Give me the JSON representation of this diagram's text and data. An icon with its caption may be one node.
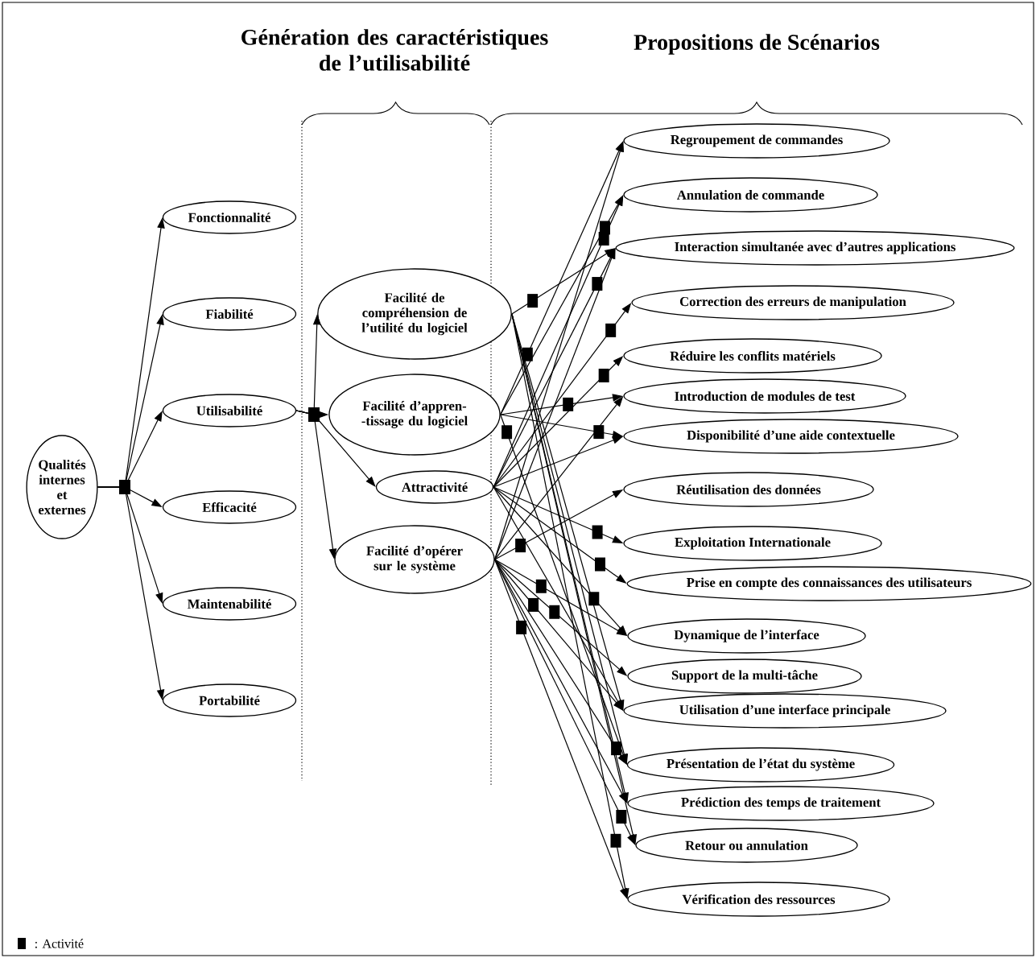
{
  "diagram": {
    "nodes": [
      {
        "text": [
          "Qualités internes et externes"
        ]
      },
      {
        "text": [
          "Fonctionnalité"
        ]
      },
      {
        "text": [
          "Fiabilité"
        ]
      },
      {
        "text": [
          "Utilisabilité"
        ]
      },
      {
        "text": [
          "Efficacité"
        ]
      },
      {
        "text": [
          "Maintenabilité"
        ]
      },
      {
        "text": [
          "Portabilité"
        ]
      },
      {
        "text": [
          "Facilité de compréhension de l’utilité du logiciel"
        ]
      },
      {
        "text": [
          "Facilité d’appren- -tissage du logiciel"
        ]
      },
      {
        "text": [
          "Attractivité"
        ]
      },
      {
        "text": [
          "Facilité d’opérer sur le système"
        ]
      },
      {
        "text": [
          "Regroupement de commandes"
        ]
      },
      {
        "text": [
          "Annulation de commande"
        ]
      },
      {
        "text": [
          "Interaction simultanée avec d’autres applications"
        ]
      },
      {
        "text": [
          "Correction des erreurs de manipulation"
        ]
      },
      {
        "text": [
          "Réduire les conflits matériels"
        ]
      },
      {
        "text": [
          "Introduction de modules de test"
        ]
      },
      {
        "text": [
          "Disponibilité d’une aide contextuelle"
        ]
      },
      {
        "text": [
          "Réutilisation des données"
        ]
      },
      {
        "text": [
          "Exploitation Internationale"
        ]
      },
      {
        "text": [
          "Prise en compte des connaissances des utilisateurs"
        ]
      },
      {
        "text": [
          "Dynamique de l’interface"
        ]
      },
      {
        "text": [
          "Support de la multi-tâche"
        ]
      },
      {
        "text": [
          "Utilisation d’une interface principale"
        ]
      },
      {
        "text": [
          "Présentation de l’état du système"
        ]
      },
      {
        "text": [
          "Prédiction des temps de traitement"
        ]
      },
      {
        "text": [
          "Retour ou annulation"
        ]
      },
      {
        "text": [
          "Vérification des ressources"
        ]
      }
    ],
    "edges": [
      {
        "from": 0,
        "to": 1,
        "arrow": "to"
      },
      {
        "from": 0,
        "to": 2,
        "arrow": "to"
      },
      {
        "from": 0,
        "to": 3,
        "arrow": "to"
      },
      {
        "from": 0,
        "to": 4,
        "arrow": "to"
      },
      {
        "from": 0,
        "to": 5,
        "arrow": "to"
      },
      {
        "from": 0,
        "to": 6,
        "arrow": "to"
      },
      {
        "from": 3,
        "to": 7,
        "arrow": "to"
      },
      {
        "from": 3,
        "to": 8,
        "arrow": "to"
      },
      {
        "from": 3,
        "to": 9,
        "arrow": "to"
      },
      {
        "from": 3,
        "to": 10,
        "arrow": "to"
      },
      {
        "from": 7,
        "to": 13,
        "arrow": "to"
      },
      {
        "from": 7,
        "to": 23,
        "arrow": "to"
      },
      {
        "from": 7,
        "to": 24,
        "arrow": "to"
      },
      {
        "from": 7,
        "to": 25,
        "arrow": "to"
      },
      {
        "from": 7,
        "to": 26,
        "arrow": "to"
      },
      {
        "from": 7,
        "to": 27,
        "arrow": "to"
      },
      {
        "from": 8,
        "to": 11,
        "arrow": "to"
      },
      {
        "from": 8,
        "to": 12,
        "arrow": "to"
      },
      {
        "from": 8,
        "to": 16,
        "arrow": "to"
      },
      {
        "from": 8,
        "to": 17,
        "arrow": "to"
      },
      {
        "from": 8,
        "to": 24,
        "arrow": "to"
      },
      {
        "from": 9,
        "to": 12,
        "arrow": "to"
      },
      {
        "from": 9,
        "to": 13,
        "arrow": "to"
      },
      {
        "from": 9,
        "to": 14,
        "arrow": "to"
      },
      {
        "from": 9,
        "to": 15,
        "arrow": "to"
      },
      {
        "from": 9,
        "to": 17,
        "arrow": "to"
      },
      {
        "from": 9,
        "to": 19,
        "arrow": "to"
      },
      {
        "from": 9,
        "to": 20,
        "arrow": "to"
      },
      {
        "from": 9,
        "to": 21,
        "arrow": "to"
      },
      {
        "from": 9,
        "to": 23,
        "arrow": "to"
      },
      {
        "from": 10,
        "to": 11,
        "arrow": "to"
      },
      {
        "from": 10,
        "to": 13,
        "arrow": "to"
      },
      {
        "from": 10,
        "to": 16,
        "arrow": "to"
      },
      {
        "from": 10,
        "to": 18,
        "arrow": "to"
      },
      {
        "from": 10,
        "to": 21,
        "arrow": "to"
      },
      {
        "from": 10,
        "to": 22,
        "arrow": "to"
      },
      {
        "from": 10,
        "to": 23,
        "arrow": "to"
      },
      {
        "from": 10,
        "to": 24,
        "arrow": "to"
      },
      {
        "from": 10,
        "to": 25,
        "arrow": "to"
      },
      {
        "from": 10,
        "to": 26,
        "arrow": "to"
      },
      {
        "from": 10,
        "to": 27,
        "arrow": "to"
      }
    ],
    "labels": [
      "Génération des caractéristiques de l’utilisabilité",
      "Propositions de Scénarios"
    ],
    "legend": [
      {
        "text": ": Activité",
        "color": "#000000"
      }
    ]
  }
}
